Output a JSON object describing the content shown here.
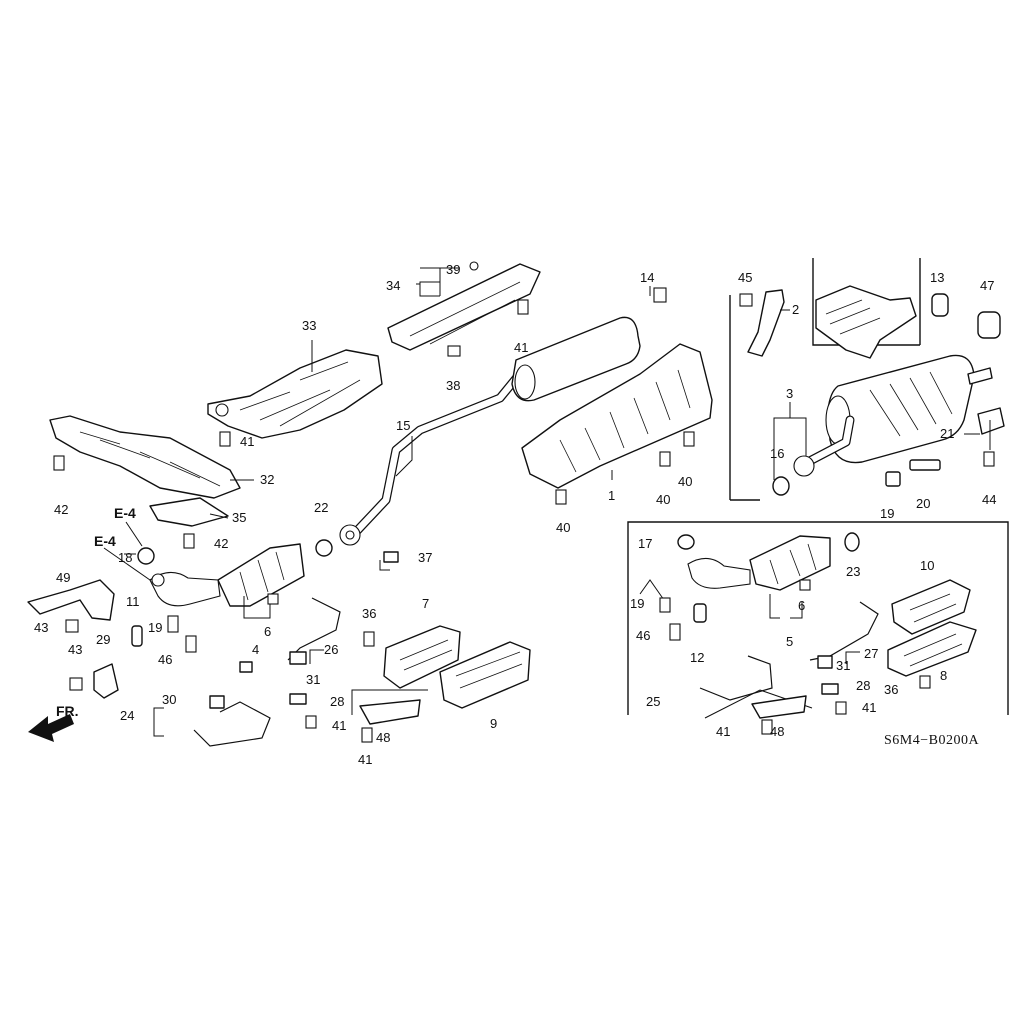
{
  "diagram_code": "S6M4−B0200A",
  "direction_label": "FR.",
  "ref_labels": [
    "E-4",
    "E-4"
  ],
  "callouts": {
    "c1": "1",
    "c2": "2",
    "c3": "3",
    "c4": "4",
    "c5": "5",
    "c6a": "6",
    "c6b": "6",
    "c7": "7",
    "c8": "8",
    "c9": "9",
    "c10": "10",
    "c11": "11",
    "c12": "12",
    "c13": "13",
    "c14": "14",
    "c15": "15",
    "c16": "16",
    "c17": "17",
    "c18": "18",
    "c19a": "19",
    "c19b": "19",
    "c19c": "19",
    "c20": "20",
    "c21": "21",
    "c22": "22",
    "c23": "23",
    "c24": "24",
    "c25": "25",
    "c26": "26",
    "c27": "27",
    "c28a": "28",
    "c28b": "28",
    "c29": "29",
    "c30": "30",
    "c31a": "31",
    "c31b": "31",
    "c32": "32",
    "c33": "33",
    "c34": "34",
    "c35": "35",
    "c36a": "36",
    "c36b": "36",
    "c37": "37",
    "c38": "38",
    "c39": "39",
    "c40a": "40",
    "c40b": "40",
    "c40c": "40",
    "c41a": "41",
    "c41b": "41",
    "c41c": "41",
    "c41d": "41",
    "c41e": "41",
    "c41f": "41",
    "c42a": "42",
    "c42b": "42",
    "c43a": "43",
    "c43b": "43",
    "c44": "44",
    "c45": "45",
    "c46a": "46",
    "c46b": "46",
    "c47": "47",
    "c48a": "48",
    "c48b": "48",
    "c49": "49"
  }
}
